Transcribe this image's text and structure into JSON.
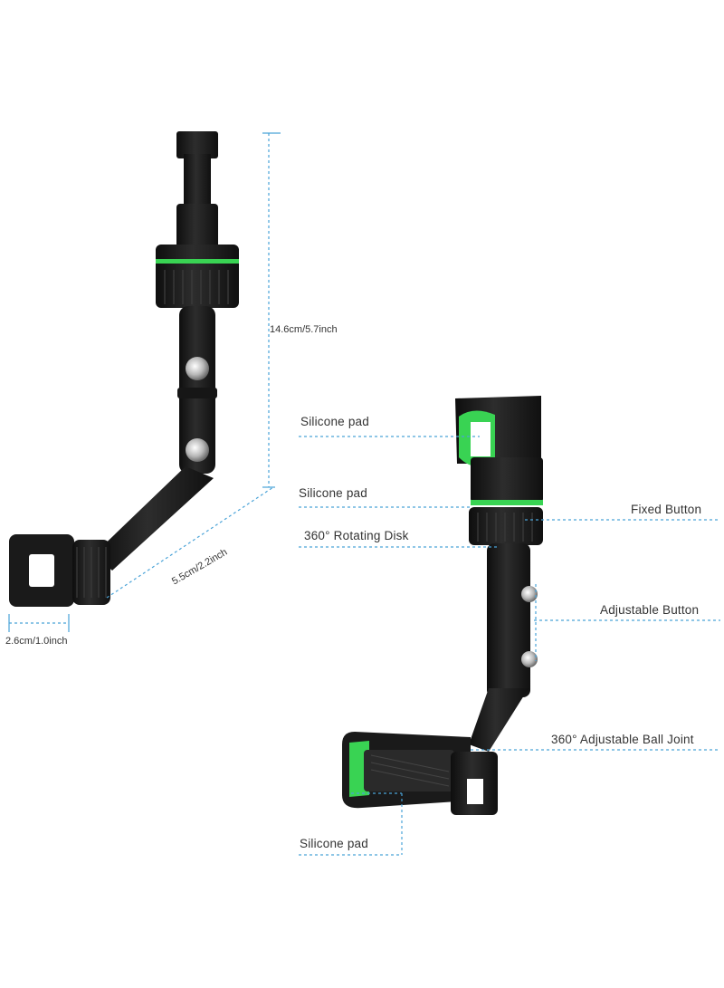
{
  "dimensions": {
    "height": "14.6cm/5.7inch",
    "arm_length": "5.5cm/2.2inch",
    "clip_width": "2.6cm/1.0inch"
  },
  "callouts": {
    "silicone_pad_top": "Silicone pad",
    "silicone_pad_mid": "Silicone pad",
    "rotating_disk": "360° Rotating Disk",
    "fixed_button": "Fixed Button",
    "adjustable_button": "Adjustable Button",
    "ball_joint": "360° Adjustable Ball Joint",
    "silicone_pad_bottom": "Silicone pad"
  },
  "colors": {
    "product_black": "#1c1c1c",
    "accent_green": "#39d353",
    "guide_line": "#4aa3d8"
  }
}
